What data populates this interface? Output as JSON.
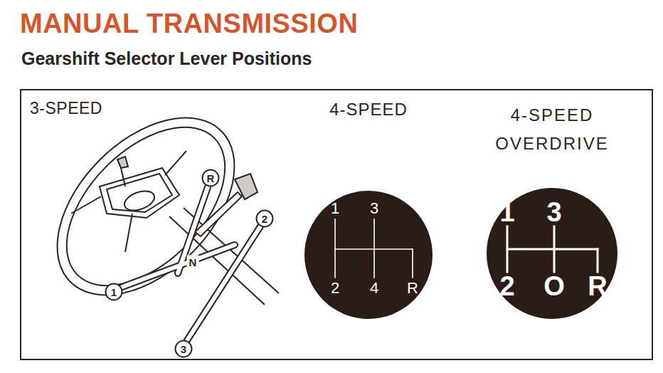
{
  "diagram": {
    "title": "MANUAL TRANSMISSION",
    "nodes": [
      {
        "text": [
          "3-SPEED"
        ]
      },
      {
        "text": [
          "R"
        ],
        "in": 0
      },
      {
        "text": [
          "2"
        ],
        "in": 0
      },
      {
        "text": [
          "1"
        ],
        "in": 0
      },
      {
        "text": [
          "3"
        ],
        "in": 0
      },
      {
        "text": [
          "4-SPEED",
          "1",
          "3",
          "2",
          "4",
          "R"
        ],
        "in": 0
      },
      {
        "text": [
          "4-SPEED OVERDRIVE",
          "1",
          "3",
          "2",
          "O",
          "R"
        ],
        "in": 0
      }
    ],
    "labels": [
      "Gearshift Selector Lever Positions",
      "N"
    ]
  }
}
